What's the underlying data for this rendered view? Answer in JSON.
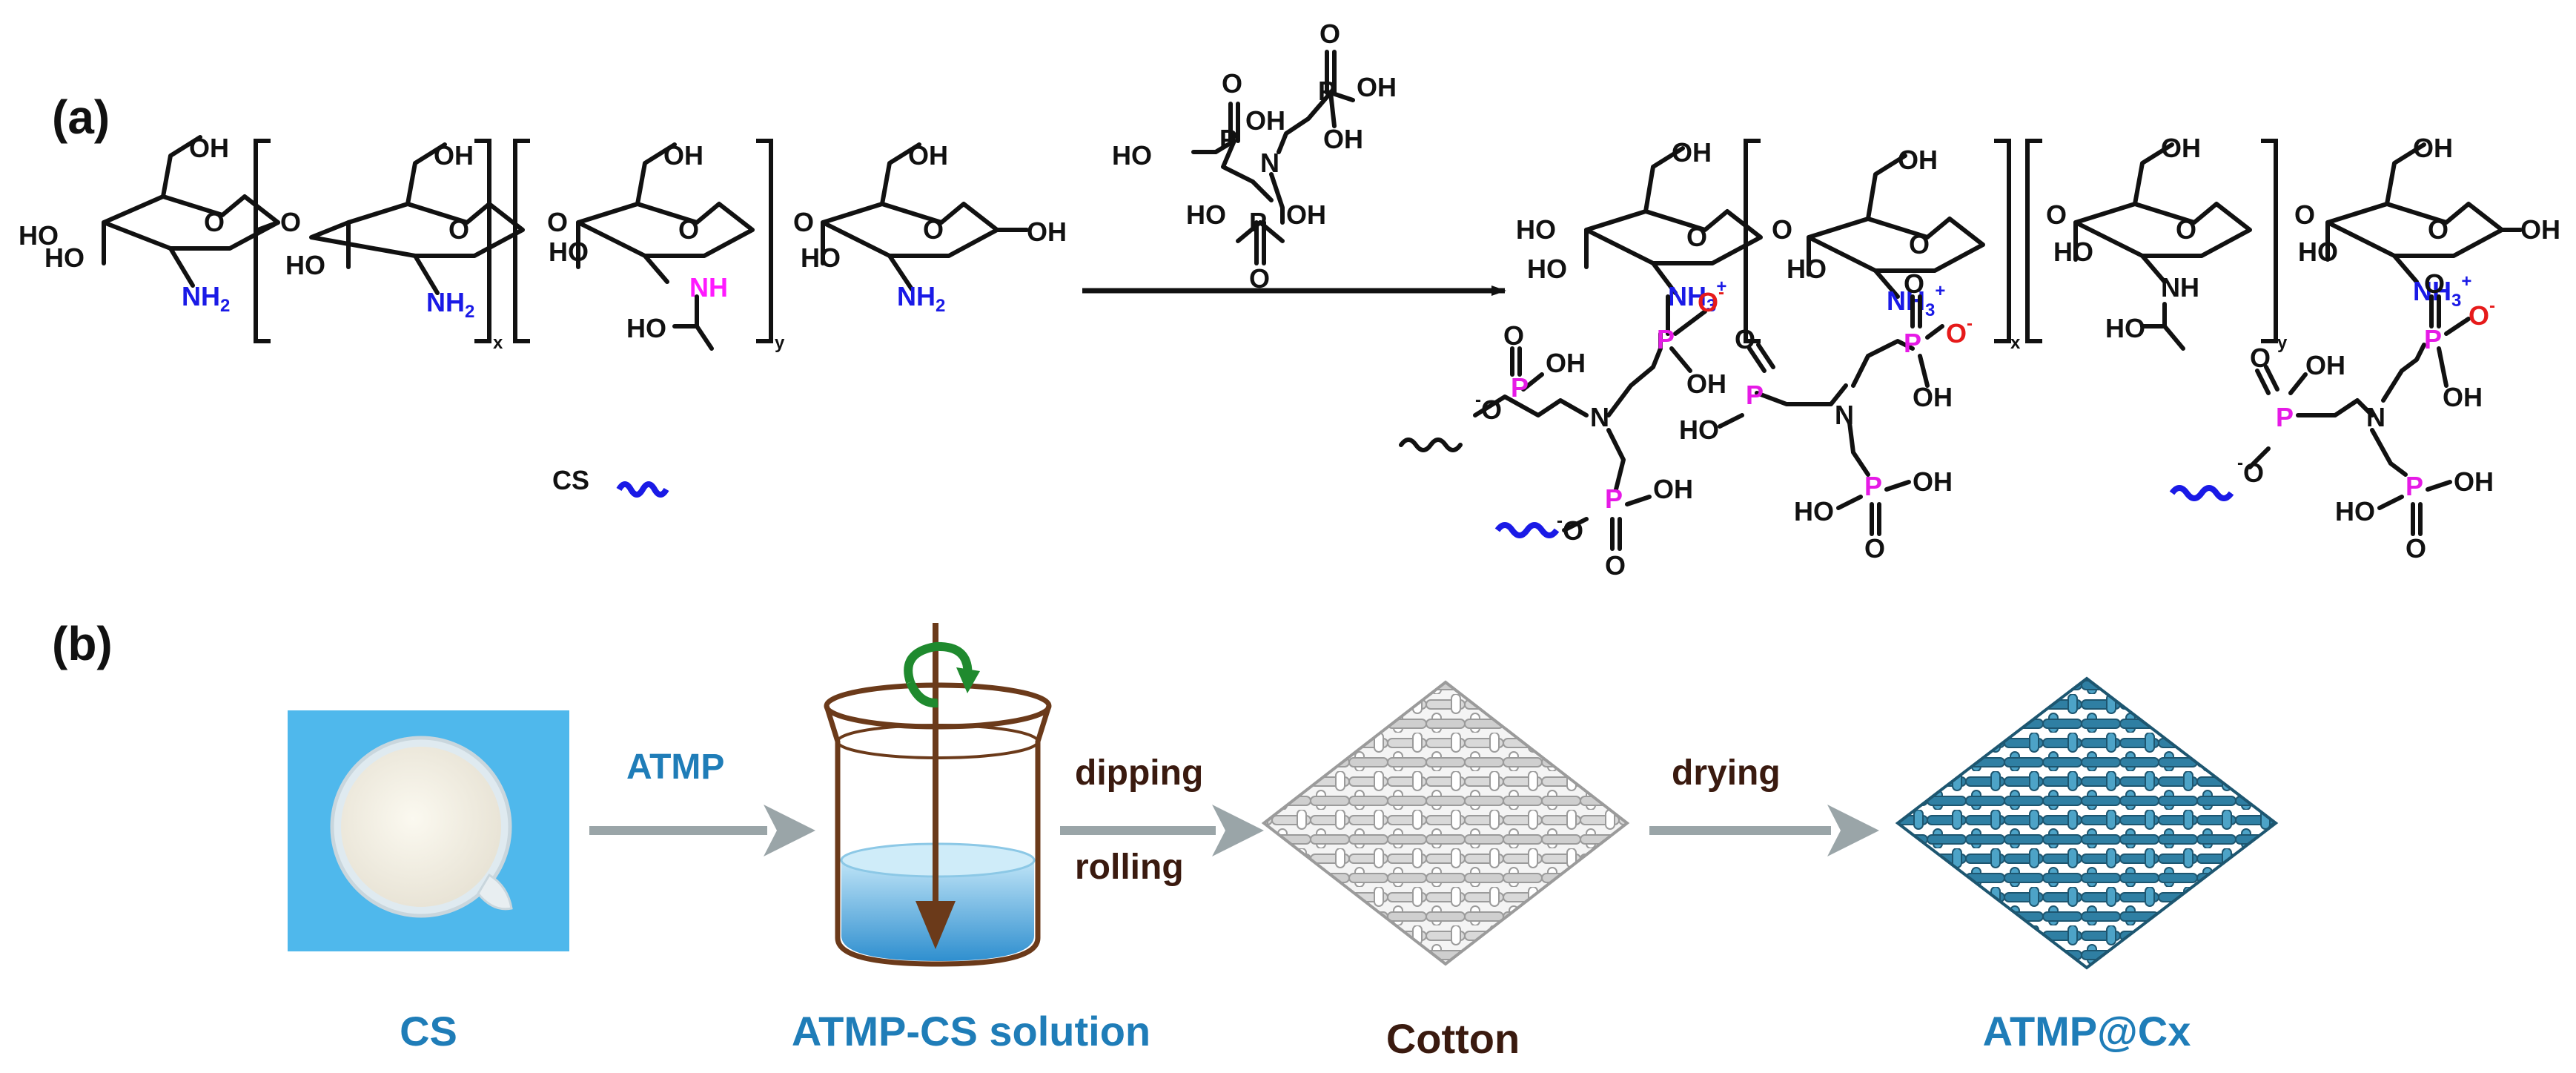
{
  "colors": {
    "black": "#111111",
    "amine_blue": "#1a1ae6",
    "nh_magenta": "#ff1aff",
    "phosphorus_magenta": "#e61ae6",
    "oxygen_red": "#e61a1a",
    "caption_blue": "#1f7db8",
    "caption_brown": "#3a1a0f",
    "arrow_gray": "#9aa5a8",
    "photo_bg": "#4fb8ec",
    "fabric_white": "#e8e8e8",
    "fabric_blue": "#3a8fb4",
    "beaker_brown": "#6b3a1a",
    "rotate_green": "#1f8a2e",
    "solution_blue": "#5bb6e8"
  },
  "panel_a": {
    "label": "(a)",
    "atoms": {
      "OH": "OH",
      "HO": "HO",
      "O": "O",
      "NH2": "NH",
      "sub2": "2",
      "NH": "NH",
      "NH3": "NH",
      "sub3": "3",
      "plus": "+",
      "P": "P",
      "N": "N",
      "Ominus": "O",
      "minus": "-",
      "x": "x",
      "y": "y"
    },
    "cs_label": "CS",
    "icons": [
      "chain-wave-icon"
    ]
  },
  "panel_b": {
    "label": "(b)",
    "steps": {
      "step1": "ATMP",
      "step2a": "dipping",
      "step2b": "rolling",
      "step3": "drying"
    },
    "captions": {
      "cs": "CS",
      "solution": "ATMP-CS solution",
      "cotton": "Cotton",
      "coated": "ATMP@Cx"
    },
    "icons": [
      "petri-dish-icon",
      "beaker-icon",
      "rotation-arrow-icon",
      "cotton-fabric-icon",
      "coated-fabric-icon"
    ]
  }
}
